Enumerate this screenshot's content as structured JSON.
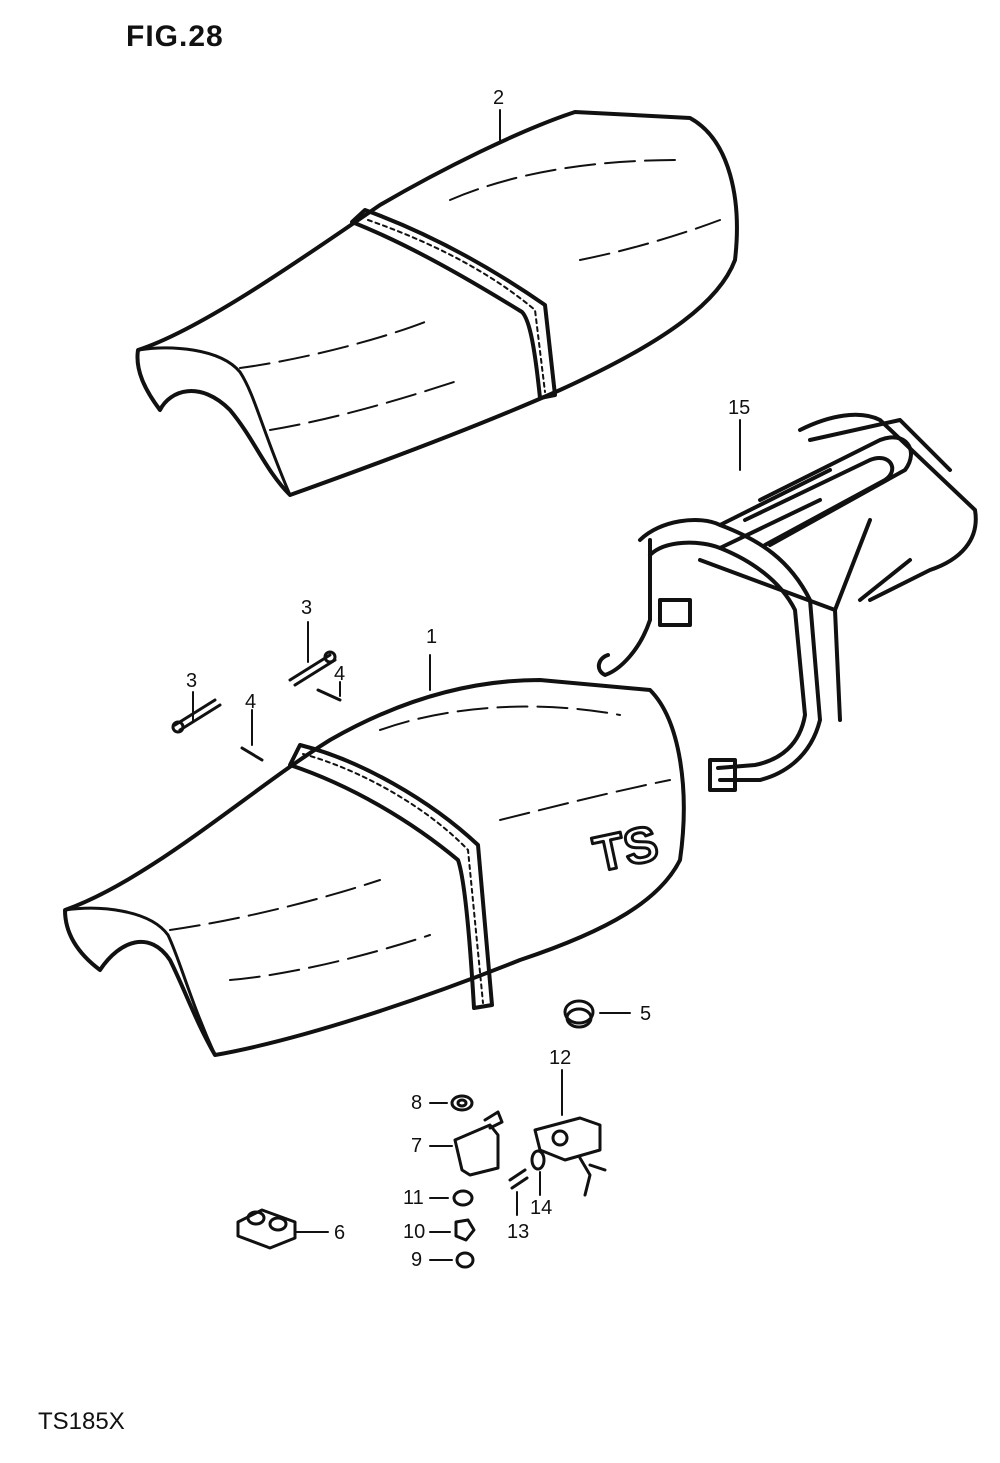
{
  "figure": {
    "title": "FIG.28"
  },
  "model": {
    "code": "TS185X"
  },
  "seat_logo": "TS",
  "callouts": [
    {
      "id": "c2",
      "label": "2"
    },
    {
      "id": "c15",
      "label": "15"
    },
    {
      "id": "c3a",
      "label": "3"
    },
    {
      "id": "c3b",
      "label": "3"
    },
    {
      "id": "c1",
      "label": "1"
    },
    {
      "id": "c4a",
      "label": "4"
    },
    {
      "id": "c4b",
      "label": "4"
    },
    {
      "id": "c5",
      "label": "5"
    },
    {
      "id": "c12",
      "label": "12"
    },
    {
      "id": "c8",
      "label": "8"
    },
    {
      "id": "c7",
      "label": "7"
    },
    {
      "id": "c11",
      "label": "11"
    },
    {
      "id": "c14",
      "label": "14"
    },
    {
      "id": "c6",
      "label": "6"
    },
    {
      "id": "c10",
      "label": "10"
    },
    {
      "id": "c13",
      "label": "13"
    },
    {
      "id": "c9",
      "label": "9"
    }
  ]
}
